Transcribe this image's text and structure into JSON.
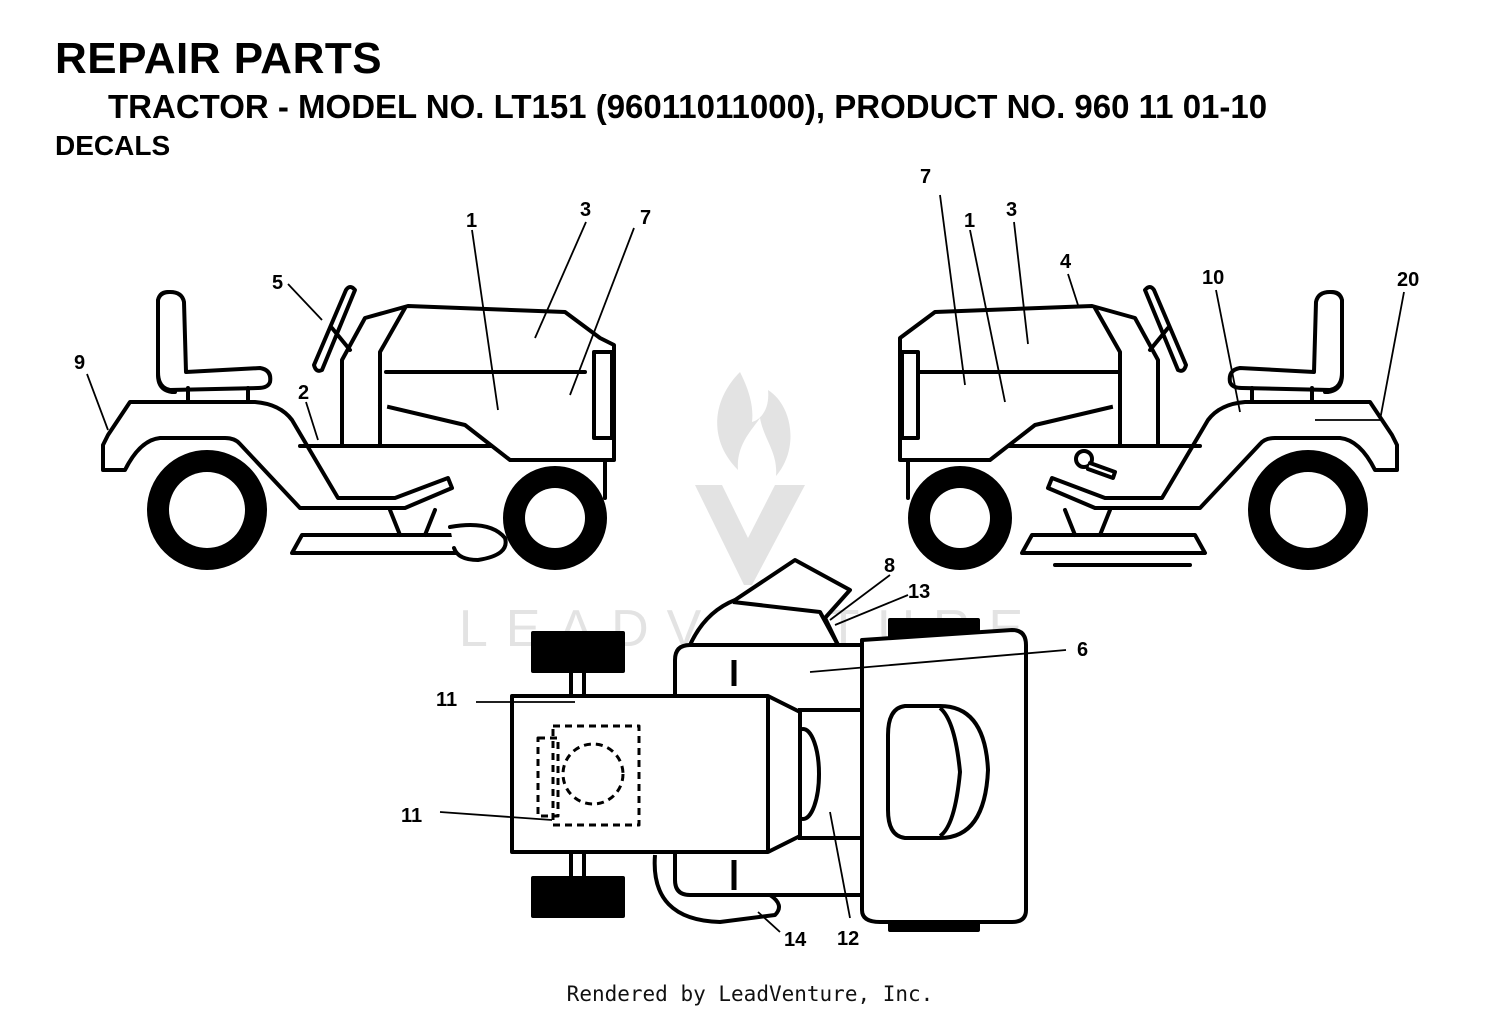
{
  "header": {
    "title": "REPAIR PARTS",
    "subtitle": "TRACTOR - MODEL NO. LT151 (96011011000), PRODUCT NO. 960 11 01-10",
    "section": "DECALS"
  },
  "footer": {
    "text": "Rendered by LeadVenture, Inc."
  },
  "watermark": {
    "text": "LEADVENTURE",
    "color": "#d9d9d9"
  },
  "colors": {
    "ink": "#000000",
    "paper": "#ffffff"
  },
  "callouts": {
    "left_view": [
      "1",
      "3",
      "7",
      "5",
      "9",
      "2"
    ],
    "right_view": [
      "7",
      "1",
      "3",
      "4",
      "10",
      "20"
    ],
    "top_view": [
      "8",
      "13",
      "6",
      "11",
      "11",
      "12",
      "14"
    ]
  }
}
